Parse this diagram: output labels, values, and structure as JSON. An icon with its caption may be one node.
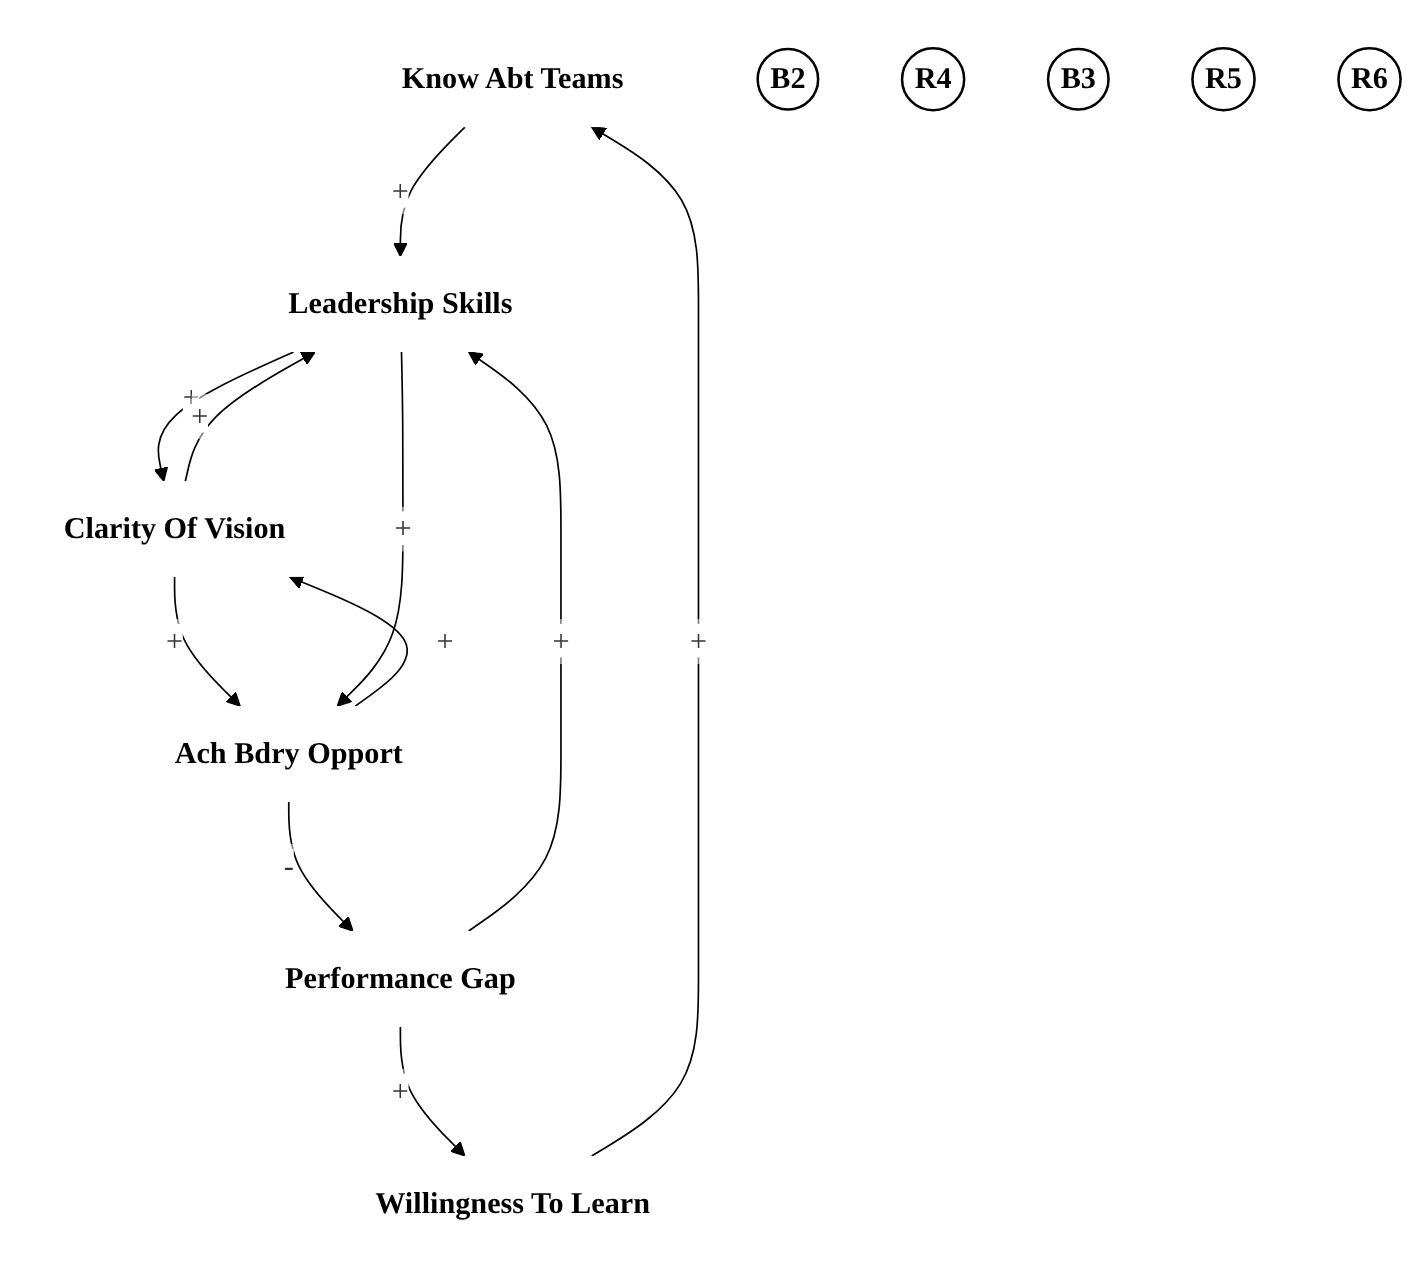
{
  "diagram": {
    "nodes": [
      {
        "text": [
          "Know Abt Teams"
        ]
      },
      {
        "text": [
          "B2"
        ]
      },
      {
        "text": [
          "Leadership Skills"
        ]
      },
      {
        "text": [
          "Willingness To Learn"
        ]
      },
      {
        "text": [
          "R4"
        ]
      },
      {
        "text": [
          "Clarity Of Vision"
        ]
      },
      {
        "text": [
          "B3"
        ]
      },
      {
        "text": [
          "Performance Gap"
        ]
      },
      {
        "text": [
          "R5"
        ]
      },
      {
        "text": [
          "R6"
        ]
      },
      {
        "text": [
          "Ach Bdry Opport"
        ]
      }
    ],
    "edges": [
      {
        "from": 0,
        "to": 2,
        "arrow": "to",
        "label": "+"
      },
      {
        "from": 2,
        "to": 5,
        "arrow": "to",
        "label": "+"
      },
      {
        "from": 5,
        "to": 2,
        "arrow": "to",
        "label": "+"
      },
      {
        "from": 5,
        "to": 10,
        "arrow": "to",
        "label": "+"
      },
      {
        "from": 10,
        "to": 5,
        "arrow": "to",
        "label": "+"
      },
      {
        "from": 2,
        "to": 10,
        "arrow": "to",
        "label": "+"
      },
      {
        "from": 10,
        "to": 7,
        "arrow": "to",
        "label": "-"
      },
      {
        "from": 7,
        "to": 3,
        "arrow": "to",
        "label": "+"
      },
      {
        "from": 3,
        "to": 0,
        "arrow": "to",
        "label": "+"
      },
      {
        "from": 7,
        "to": 2,
        "arrow": "to",
        "label": "+"
      }
    ]
  }
}
